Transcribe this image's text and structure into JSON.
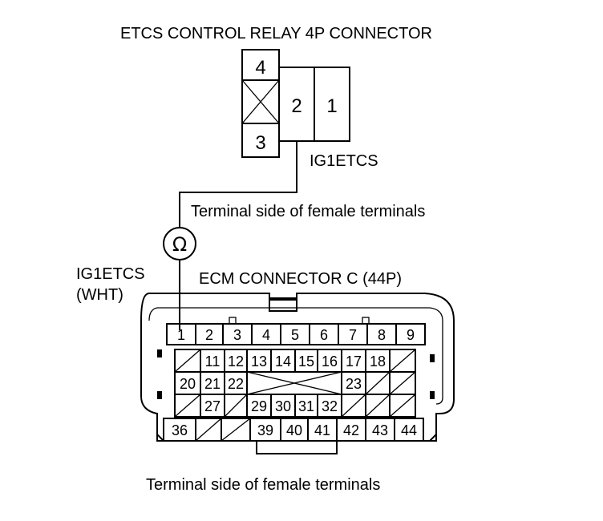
{
  "relay": {
    "title": "ETCS CONTROL RELAY 4P CONNECTOR",
    "pins": [
      "4",
      "2",
      "1",
      "3"
    ],
    "wire_label": "IG1ETCS"
  },
  "ohm_symbol": "Ω",
  "terminal_note_top": "Terminal side of female terminals",
  "ecm": {
    "title": "ECM CONNECTOR C (44P)",
    "wire_label_line1": "IG1ETCS",
    "wire_label_line2": "(WHT)",
    "row1": [
      "1",
      "2",
      "3",
      "4",
      "5",
      "6",
      "7",
      "8",
      "9"
    ],
    "row2": [
      "11",
      "12",
      "13",
      "14",
      "15",
      "16",
      "17",
      "18"
    ],
    "row3": [
      "20",
      "21",
      "22",
      "23"
    ],
    "row4": [
      "27",
      "29",
      "30",
      "31",
      "32"
    ],
    "row5": [
      "36",
      "39",
      "40",
      "41",
      "42",
      "43",
      "44"
    ]
  },
  "terminal_note_bottom": "Terminal side of female terminals"
}
